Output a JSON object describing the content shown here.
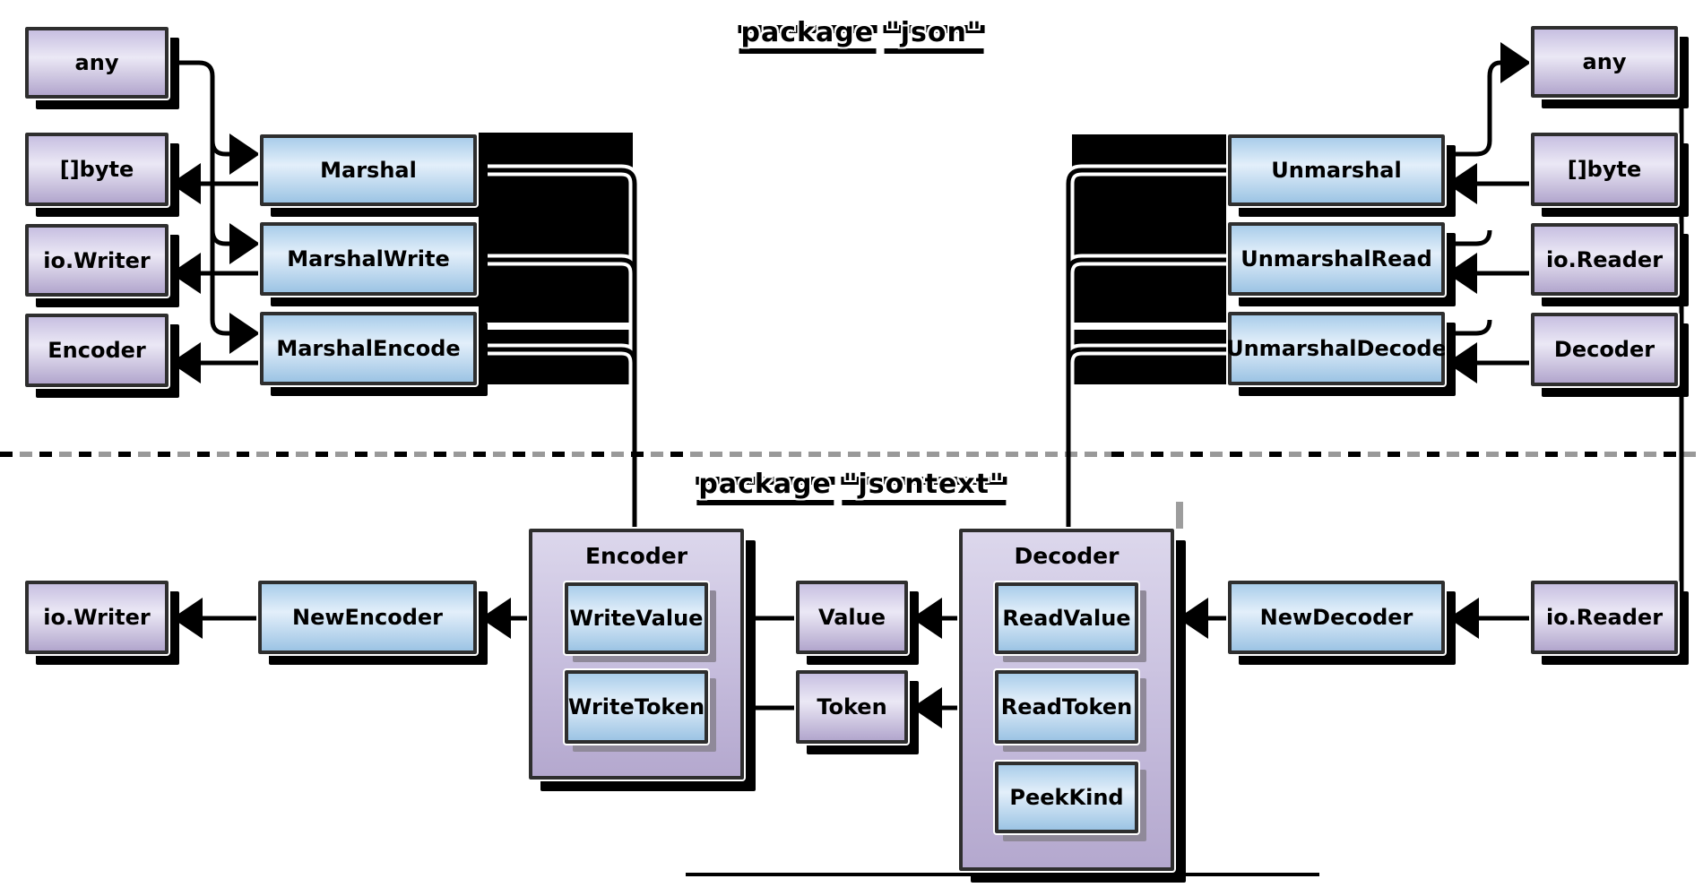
{
  "titles": {
    "json": {
      "word1": "package",
      "word2": "\"json\""
    },
    "jsontext": {
      "word1": "package",
      "word2": "\"jsontext\""
    }
  },
  "json_pkg": {
    "any_left": "any",
    "bytes_left": "[]byte",
    "writer_left": "io.Writer",
    "encoder_left": "Encoder",
    "marshal": "Marshal",
    "marshal_write": "MarshalWrite",
    "marshal_encode": "MarshalEncode",
    "unmarshal": "Unmarshal",
    "unmarshal_read": "UnmarshalRead",
    "unmarshal_decode": "UnmarshalDecode",
    "any_right": "any",
    "bytes_right": "[]byte",
    "reader_right": "io.Reader",
    "decoder_right": "Decoder"
  },
  "jsontext_pkg": {
    "writer": "io.Writer",
    "new_encoder": "NewEncoder",
    "encoder_title": "Encoder",
    "write_value": "WriteValue",
    "write_token": "WriteToken",
    "value": "Value",
    "token": "Token",
    "decoder_title": "Decoder",
    "read_value": "ReadValue",
    "read_token": "ReadToken",
    "peek_kind": "PeekKind",
    "new_decoder": "NewDecoder",
    "reader": "io.Reader"
  },
  "colors": {
    "purple_top": "#c7bfe1",
    "purple_mid": "#ebe8f5",
    "purple_bottom": "#b2a6cd",
    "blue_top": "#a9cdea",
    "blue_mid": "#e3effa",
    "blue_bottom": "#9cc4e4",
    "container_top": "#dcd7ec",
    "container_bottom": "#b4a8ce",
    "border": "#2e2e2e",
    "shadow": "#000000",
    "inner_shadow": "#8f8999",
    "dash_black": "#000000",
    "dash_gray": "#999999",
    "line": "#000000"
  }
}
